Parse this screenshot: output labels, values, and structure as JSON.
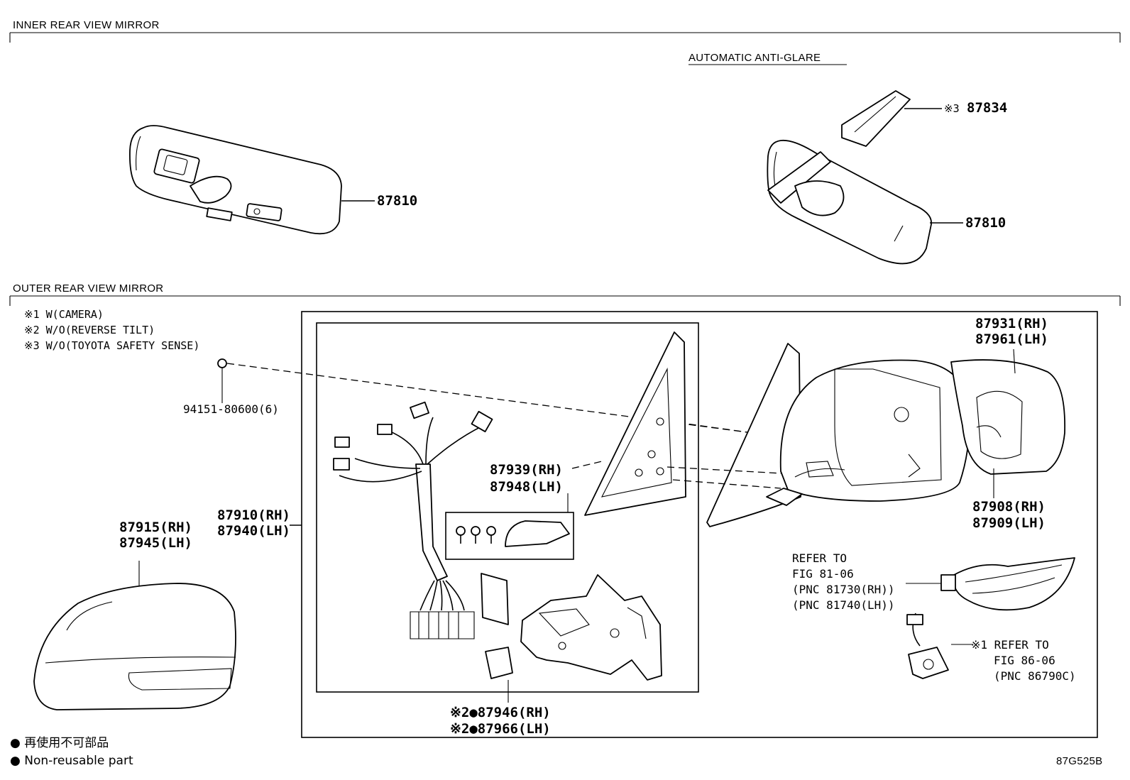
{
  "sections": {
    "inner": "INNER REAR VIEW MIRROR",
    "outer": "OUTER REAR VIEW MIRROR"
  },
  "subheader": "AUTOMATIC ANTI-GLARE",
  "notes": [
    "※1 W(CAMERA)",
    "※2 W/O(REVERSE TILT)",
    "※3 W/O(TOYOTA SAFETY SENSE)"
  ],
  "parts": {
    "p87810a": "87810",
    "p87810b": "87810",
    "p87834_mark": "※3",
    "p87834": "87834",
    "p94151": "94151-80600(6)",
    "p87931": "87931(RH)",
    "p87961": "87961(LH)",
    "p87939": "87939(RH)",
    "p87948": "87948(LH)",
    "p87910": "87910(RH)",
    "p87940": "87940(LH)",
    "p87915": "87915(RH)",
    "p87945": "87945(LH)",
    "p87908": "87908(RH)",
    "p87909": "87909(LH)",
    "p87946": "※2●87946(RH)",
    "p87966": "※2●87966(LH)"
  },
  "refer1": [
    "REFER TO",
    "FIG 81-06",
    "(PNC 81730(RH))",
    "(PNC 81740(LH))"
  ],
  "refer2": [
    "※1 REFER TO",
    "FIG 86-06",
    "(PNC 86790C)"
  ],
  "legend": {
    "jp": "● 再使用不可部品",
    "en": "● Non-reusable part"
  },
  "figure_code": "87G525B"
}
